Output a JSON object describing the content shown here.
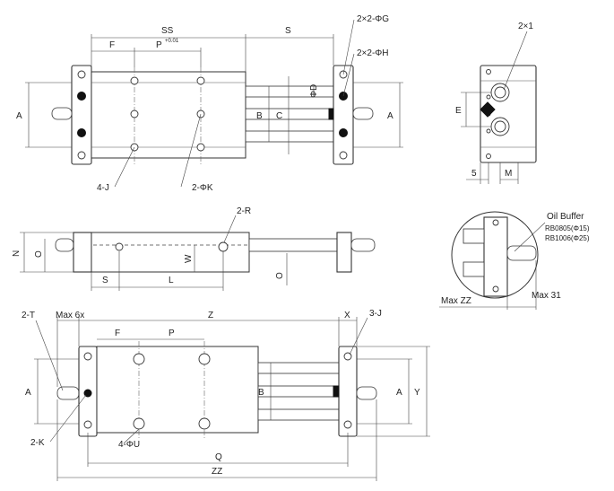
{
  "labels": {
    "ss": "SS",
    "s": "S",
    "f": "F",
    "p_tol": "P",
    "tol_sup": "+0.01",
    "two_two_g": "2×2-ΦG",
    "two_two_h": "2×2-ΦH",
    "two_one": "2×1",
    "a": "A",
    "b": "B",
    "c": "C",
    "phi_d": "ΦD",
    "e": "E",
    "five": "5",
    "m": "M",
    "four_j": "4-J",
    "two_phi_k": "2-ΦK",
    "two_r": "2-R",
    "n": "N",
    "o": "O",
    "w": "W",
    "l": "L",
    "oil_buffer": "Oil Buffer",
    "rb0805": "RB0805(Φ15)",
    "rb1006": "RB1006(Φ25)",
    "max_zz": "Max ZZ",
    "max_31": "Max 31",
    "two_t": "2-T",
    "max_6x": "Max 6x",
    "z": "Z",
    "x": "X",
    "three_j": "3-J",
    "p": "P",
    "y": "Y",
    "two_k": "2-K",
    "four_phi_u": "4-ΦU",
    "q": "Q",
    "zz": "ZZ"
  }
}
